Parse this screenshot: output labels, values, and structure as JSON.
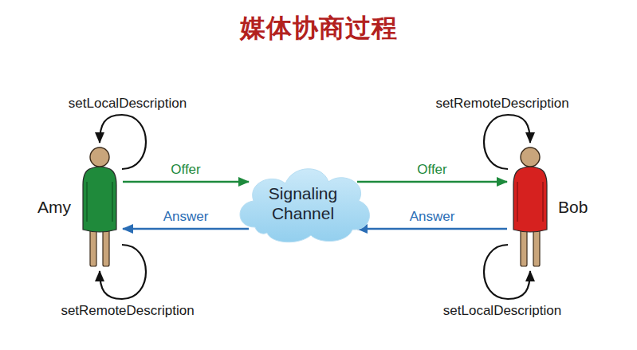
{
  "diagram": {
    "title": "媒体协商过程",
    "nodes": [
      {
        "text": [
          "Amy"
        ]
      },
      {
        "text": [
          "Signaling Channel"
        ]
      },
      {
        "text": [
          "Bob"
        ]
      }
    ],
    "edges": [
      {
        "from": 0,
        "to": 1,
        "label": "Offer",
        "arrow": "to"
      },
      {
        "from": 1,
        "to": 2,
        "label": "Offer",
        "arrow": "to"
      },
      {
        "from": 2,
        "to": 1,
        "label": "Answer",
        "arrow": "to"
      },
      {
        "from": 1,
        "to": 0,
        "label": "Answer",
        "arrow": "to"
      },
      {
        "from": 0,
        "to": 0,
        "label": "setLocalDescription",
        "arrow": "to"
      },
      {
        "from": 0,
        "to": 0,
        "label": "setRemoteDescription",
        "arrow": "to"
      },
      {
        "from": 2,
        "to": 2,
        "label": "setRemoteDescription",
        "arrow": "to"
      },
      {
        "from": 2,
        "to": 2,
        "label": "setLocalDescription",
        "arrow": "to"
      }
    ]
  }
}
